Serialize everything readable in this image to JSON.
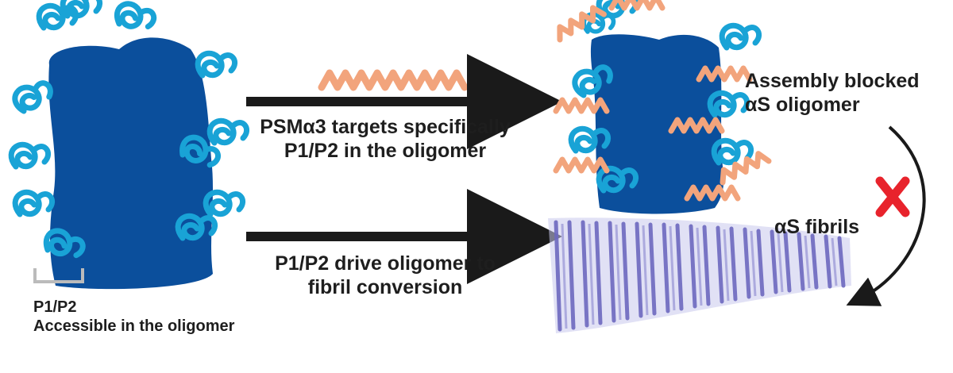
{
  "colors": {
    "oligomer": "#0b4f9c",
    "loops": "#19a3d6",
    "peptide": "#f2a47c",
    "arrow": "#1a1a1a",
    "block": "#e8232c",
    "fibril": "#7d7ac7",
    "text": "#1e1e1e"
  },
  "labels": {
    "top_arrow_line1": "PSMα3 targets specifically",
    "top_arrow_line2": "P1/P2 in the oligomer",
    "bottom_arrow_line1": "P1/P2 drive oligomer to",
    "bottom_arrow_line2": "fibril conversion",
    "p1p2": "P1/P2",
    "p1p2_sub": "Accessible in the oligomer",
    "blocked_line1": "Assembly blocked",
    "blocked_line2": "αS oligomer",
    "fibrils": "αS fibrils"
  },
  "icons": {
    "block_mark": "red-x-icon",
    "fibril": "fibril-ribbon-icon"
  }
}
